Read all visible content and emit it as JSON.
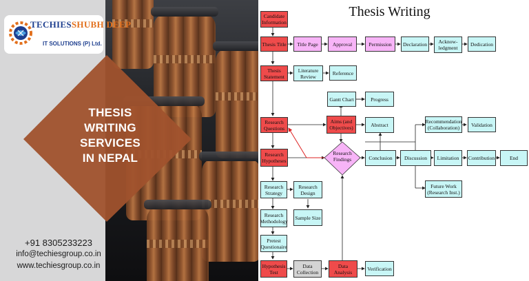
{
  "logo": {
    "name_part1": "TECHIES",
    "name_part2": "SHUBH DEEP",
    "subtitle": "IT SOLUTIONS (P) Ltd."
  },
  "headline": [
    "THESIS",
    "WRITING",
    "SERVICES",
    "IN NEPAL"
  ],
  "contact": {
    "phone": "+91 8305233223",
    "email": "info@techiesgroup.co.in",
    "website": "www.techiesgroup.co.in"
  },
  "flowchart": {
    "title": "Thesis Writing",
    "nodes": {
      "candidate_information": "Candidate Information",
      "thesis_title": "Thesis Title",
      "title_page": "Title Page",
      "approval": "Approval",
      "permission": "Permission",
      "declaration": "Declaration",
      "acknowledgment": "Acknow-ledgment",
      "dedication": "Dedication",
      "thesis_statement": "Thesis Statement",
      "literature_review": "Literature Review",
      "reference": "Reference",
      "gantt_chart": "Gantt Chart",
      "progress": "Progress",
      "research_questions": "Research Questions",
      "aims_objectives": "Aims (and Objectives)",
      "abstract": "Abstract",
      "recommendation": "Recommendation (Collaboration)",
      "validation": "Validation",
      "research_hypotheses": "Research Hypotheses",
      "research_findings": "Research Findings",
      "conclusion": "Conclusion",
      "discussion": "Discussion",
      "limitation": "Limitation",
      "contribution": "Contribution",
      "end": "End",
      "research_strategy": "Research Strategy",
      "research_design": "Research Design",
      "future_work": "Future Work (Research Inst.)",
      "research_methodology": "Research Methodology",
      "sample_size": "Sample Size",
      "pretest_questionaire": "Pretest Questionaire",
      "hypothesis_test": "Hypothesis Test",
      "data_collection": "Data Collection",
      "data_analysis": "Data Analysis",
      "verification": "Verification"
    }
  },
  "colors": {
    "brand_orange": "#e2701d",
    "brand_blue": "#1e3f8f",
    "diamond_brown": "#a0522d",
    "node_red": "#ef4b4b",
    "node_cyan": "#c8f6f6",
    "node_pink": "#f7b4f7",
    "node_gray": "#d4d4d4"
  }
}
